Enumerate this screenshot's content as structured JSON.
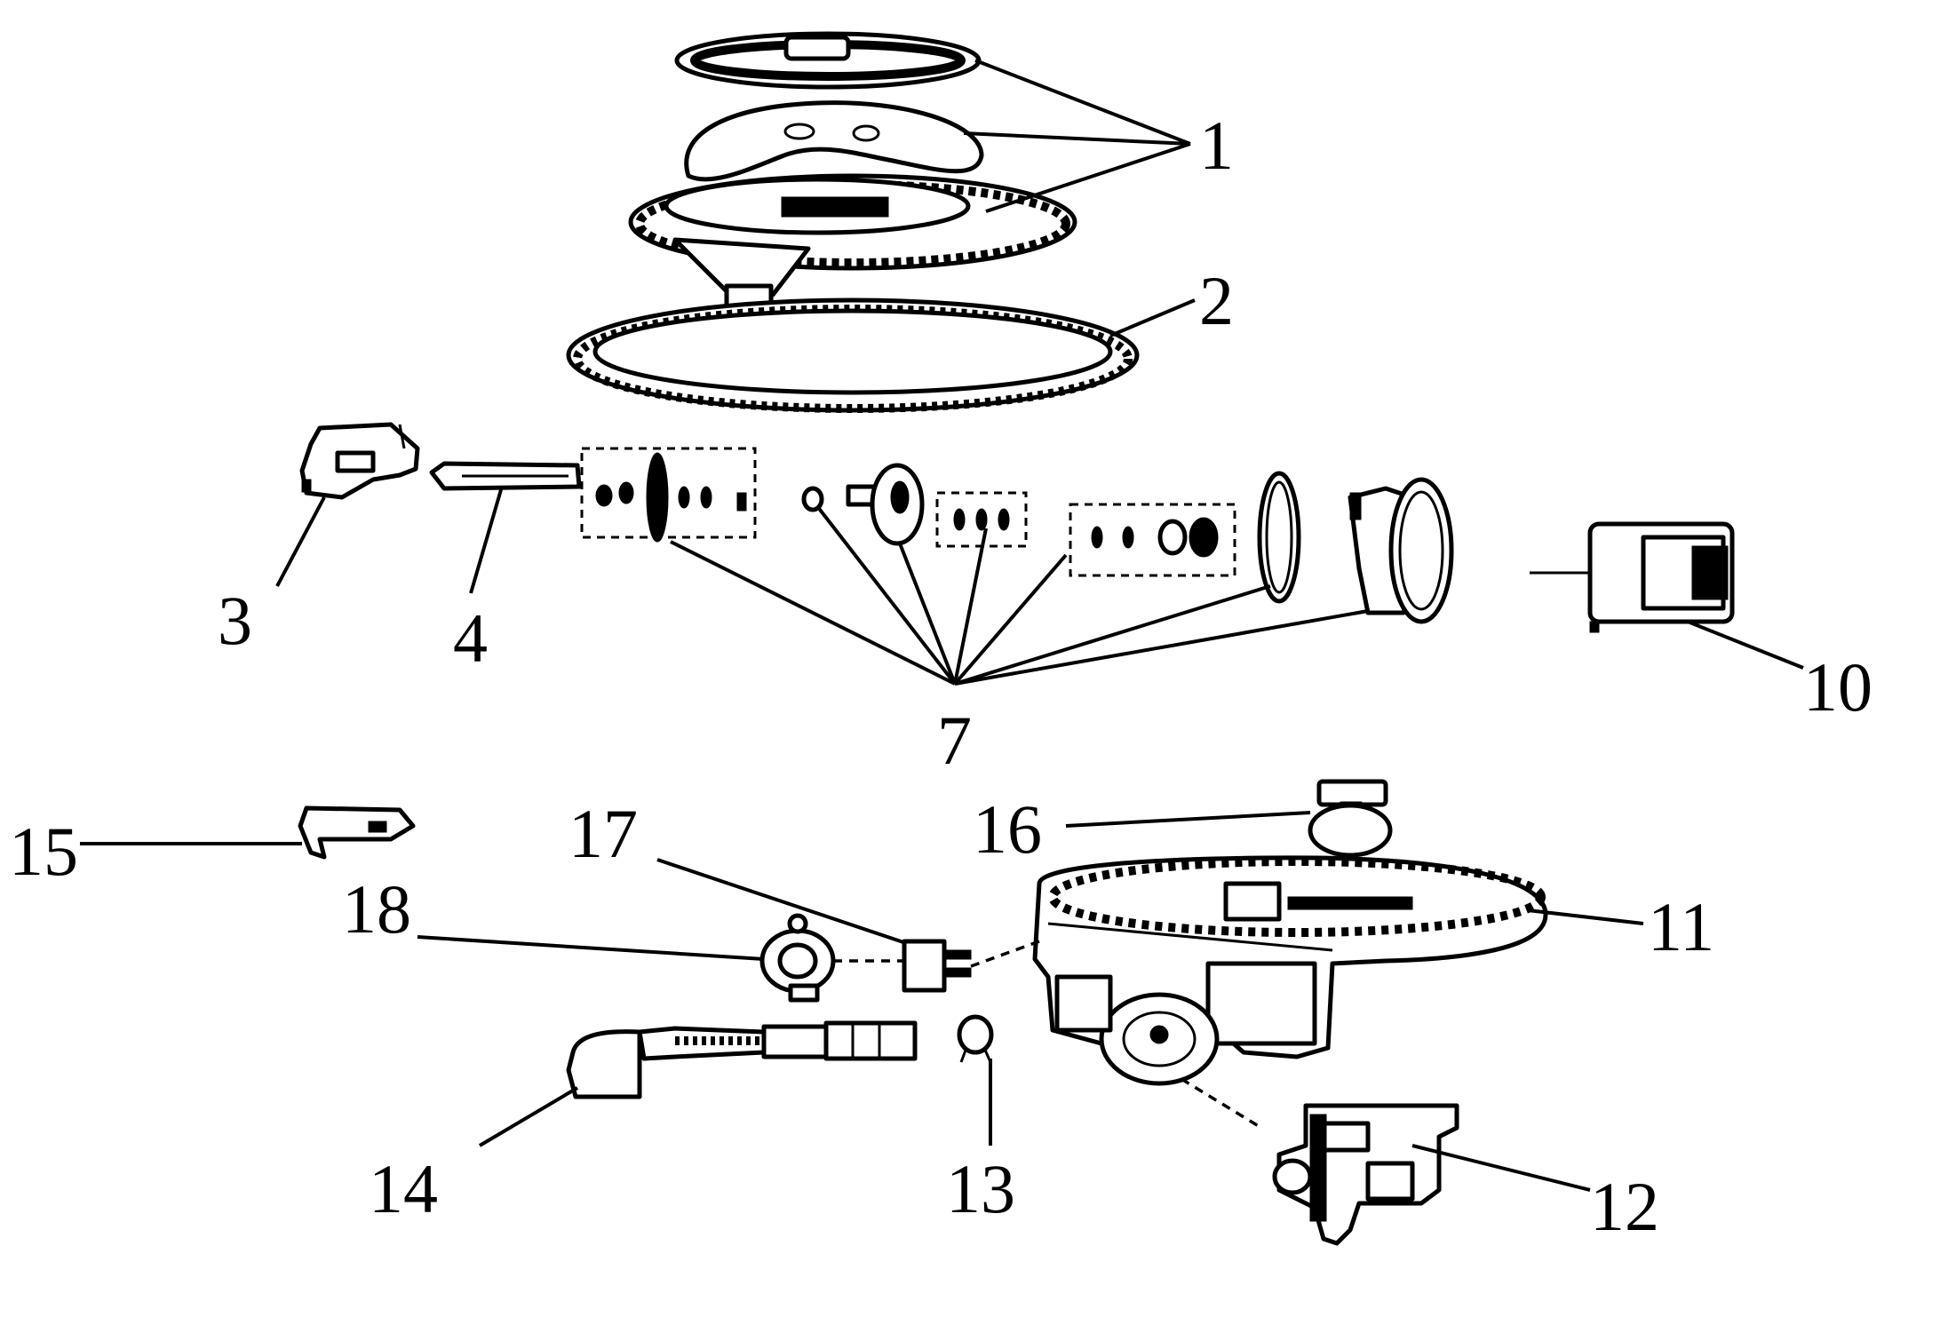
{
  "diagram": {
    "callouts": {
      "c1": "1",
      "c2": "2",
      "c3": "3",
      "c4": "4",
      "c7": "7",
      "c10": "10",
      "c11": "11",
      "c12": "12",
      "c13": "13",
      "c14": "14",
      "c15": "15",
      "c16": "16",
      "c17": "17",
      "c18": "18"
    }
  }
}
